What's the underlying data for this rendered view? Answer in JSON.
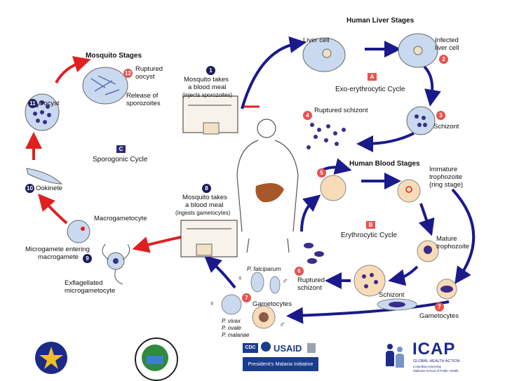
{
  "headers": {
    "mosquito_stages": "Mosquito Stages",
    "human_liver_stages": "Human Liver Stages",
    "human_blood_stages": "Human Blood Stages"
  },
  "cycles": {
    "sporogonic": {
      "letter": "C",
      "label": "Sporogonic Cycle"
    },
    "exo_erythrocytic": {
      "letter": "A",
      "label": "Exo-erythrocytic Cycle"
    },
    "erythrocytic": {
      "letter": "B",
      "label": "Erythrocytic Cycle"
    }
  },
  "steps": {
    "s1": {
      "num": "1",
      "line1": "Mosquito takes",
      "line2": "a blood meal",
      "line3": "(injects sporozoites)"
    },
    "s2": {
      "num": "2",
      "line1": "Infected",
      "line2": "liver cell"
    },
    "s2_pre": {
      "label": "Liver cell"
    },
    "s3": {
      "num": "3",
      "label": "Schizont"
    },
    "s4": {
      "num": "4",
      "label": "Ruptured schizont"
    },
    "s5": {
      "num": "5"
    },
    "s5_immature": {
      "line1": "Immature",
      "line2": "trophozoite",
      "line3": "(ring stage)"
    },
    "s5_mature": {
      "line1": "Mature",
      "line2": "trophozoite"
    },
    "s5_schizont": {
      "label": "Schizont"
    },
    "s6": {
      "num": "6",
      "line1": "Ruptured",
      "line2": "schizont"
    },
    "s7": {
      "num": "7",
      "label": "Gametocytes"
    },
    "s7_left": {
      "num": "7",
      "label": "Gametocytes"
    },
    "s8": {
      "num": "8",
      "line1": "Mosquito takes",
      "line2": "a blood meal",
      "line3": "(ingests gametocytes)"
    },
    "s9": {
      "num": "9",
      "line1": "Microgamete entering",
      "line2": "macrogamete"
    },
    "s9_macro": {
      "label": "Macrogametocyte"
    },
    "s9_exfl": {
      "line1": "Exflagellated",
      "line2": "microgametocyte"
    },
    "s10": {
      "num": "10",
      "label": "Ookinete"
    },
    "s11": {
      "num": "11",
      "label": "Oocyst"
    },
    "s12": {
      "num": "12",
      "line1": "Ruptured",
      "line2": "oocyst",
      "line3": "Release of",
      "line4": "sporozoites"
    }
  },
  "species": {
    "falciparum": "P. falciparum",
    "vivax": "P. vivax",
    "ovale": "P. ovale",
    "malariae": "P. malariae"
  },
  "logos": {
    "usaid": "USAID",
    "cdc": "CDC",
    "pmi": "President's Malaria Initiative",
    "icap": "ICAP",
    "icap_tag": "GLOBAL HEALTH ACTION",
    "icap_sub1": "Columbia University",
    "icap_sub2": "Mailman School of Public Health"
  },
  "colors": {
    "arrow_red": "#e02020",
    "arrow_blue": "#1a1a8c",
    "badge_dark": "#1c1c5a",
    "badge_red": "#e8534e",
    "cell_blue": "#c9d9ef",
    "cell_peach": "#f8dcb8",
    "parasite": "#3a2d8a",
    "liver": "#a8572a"
  }
}
